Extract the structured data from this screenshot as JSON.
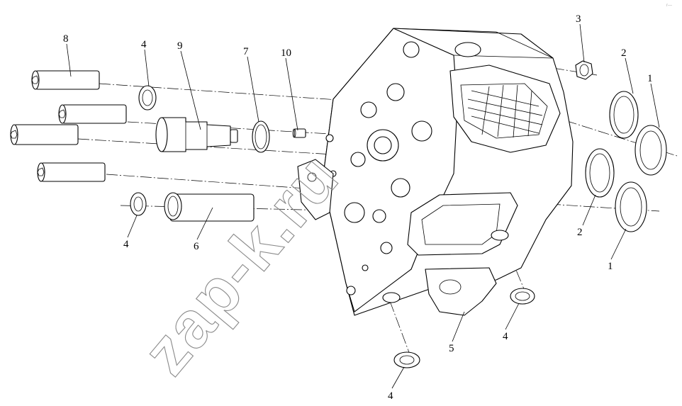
{
  "callouts": {
    "c1a": "1",
    "c1b": "1",
    "c2a": "2",
    "c2b": "2",
    "c3": "3",
    "c4a": "4",
    "c4b": "4",
    "c4c": "4",
    "c4d": "4",
    "c5": "5",
    "c6": "6",
    "c7": "7",
    "c8": "8",
    "c9": "9",
    "c10": "10"
  },
  "watermark": {
    "text": "zap-k.ru",
    "corner": "r—"
  }
}
